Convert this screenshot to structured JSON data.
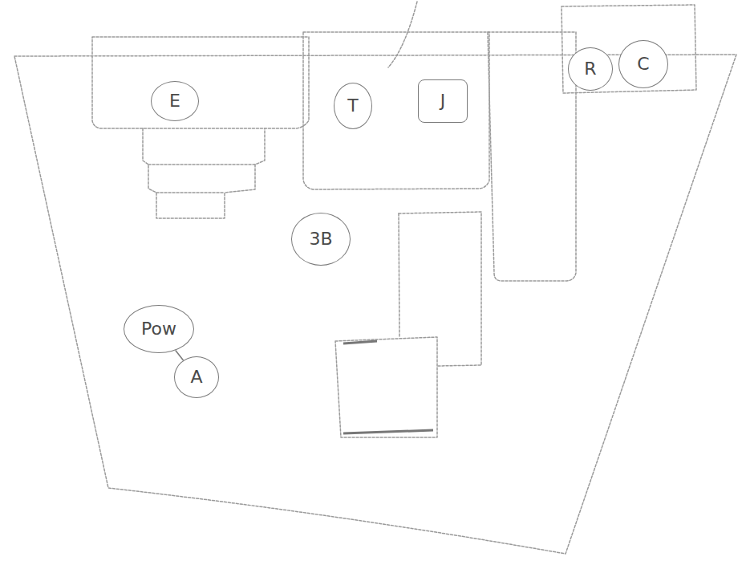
{
  "diagram": {
    "nodes": [
      {
        "text": [
          "E"
        ]
      },
      {
        "text": [
          "T"
        ]
      },
      {
        "text": [
          "J"
        ]
      },
      {
        "text": [
          "R"
        ]
      },
      {
        "text": [
          "C"
        ]
      },
      {
        "text": [
          "3B"
        ]
      },
      {
        "text": [
          "Pow"
        ]
      },
      {
        "text": [
          "A"
        ]
      }
    ],
    "edges": [
      {
        "from": 6,
        "to": 7,
        "arrow": "none"
      }
    ]
  }
}
